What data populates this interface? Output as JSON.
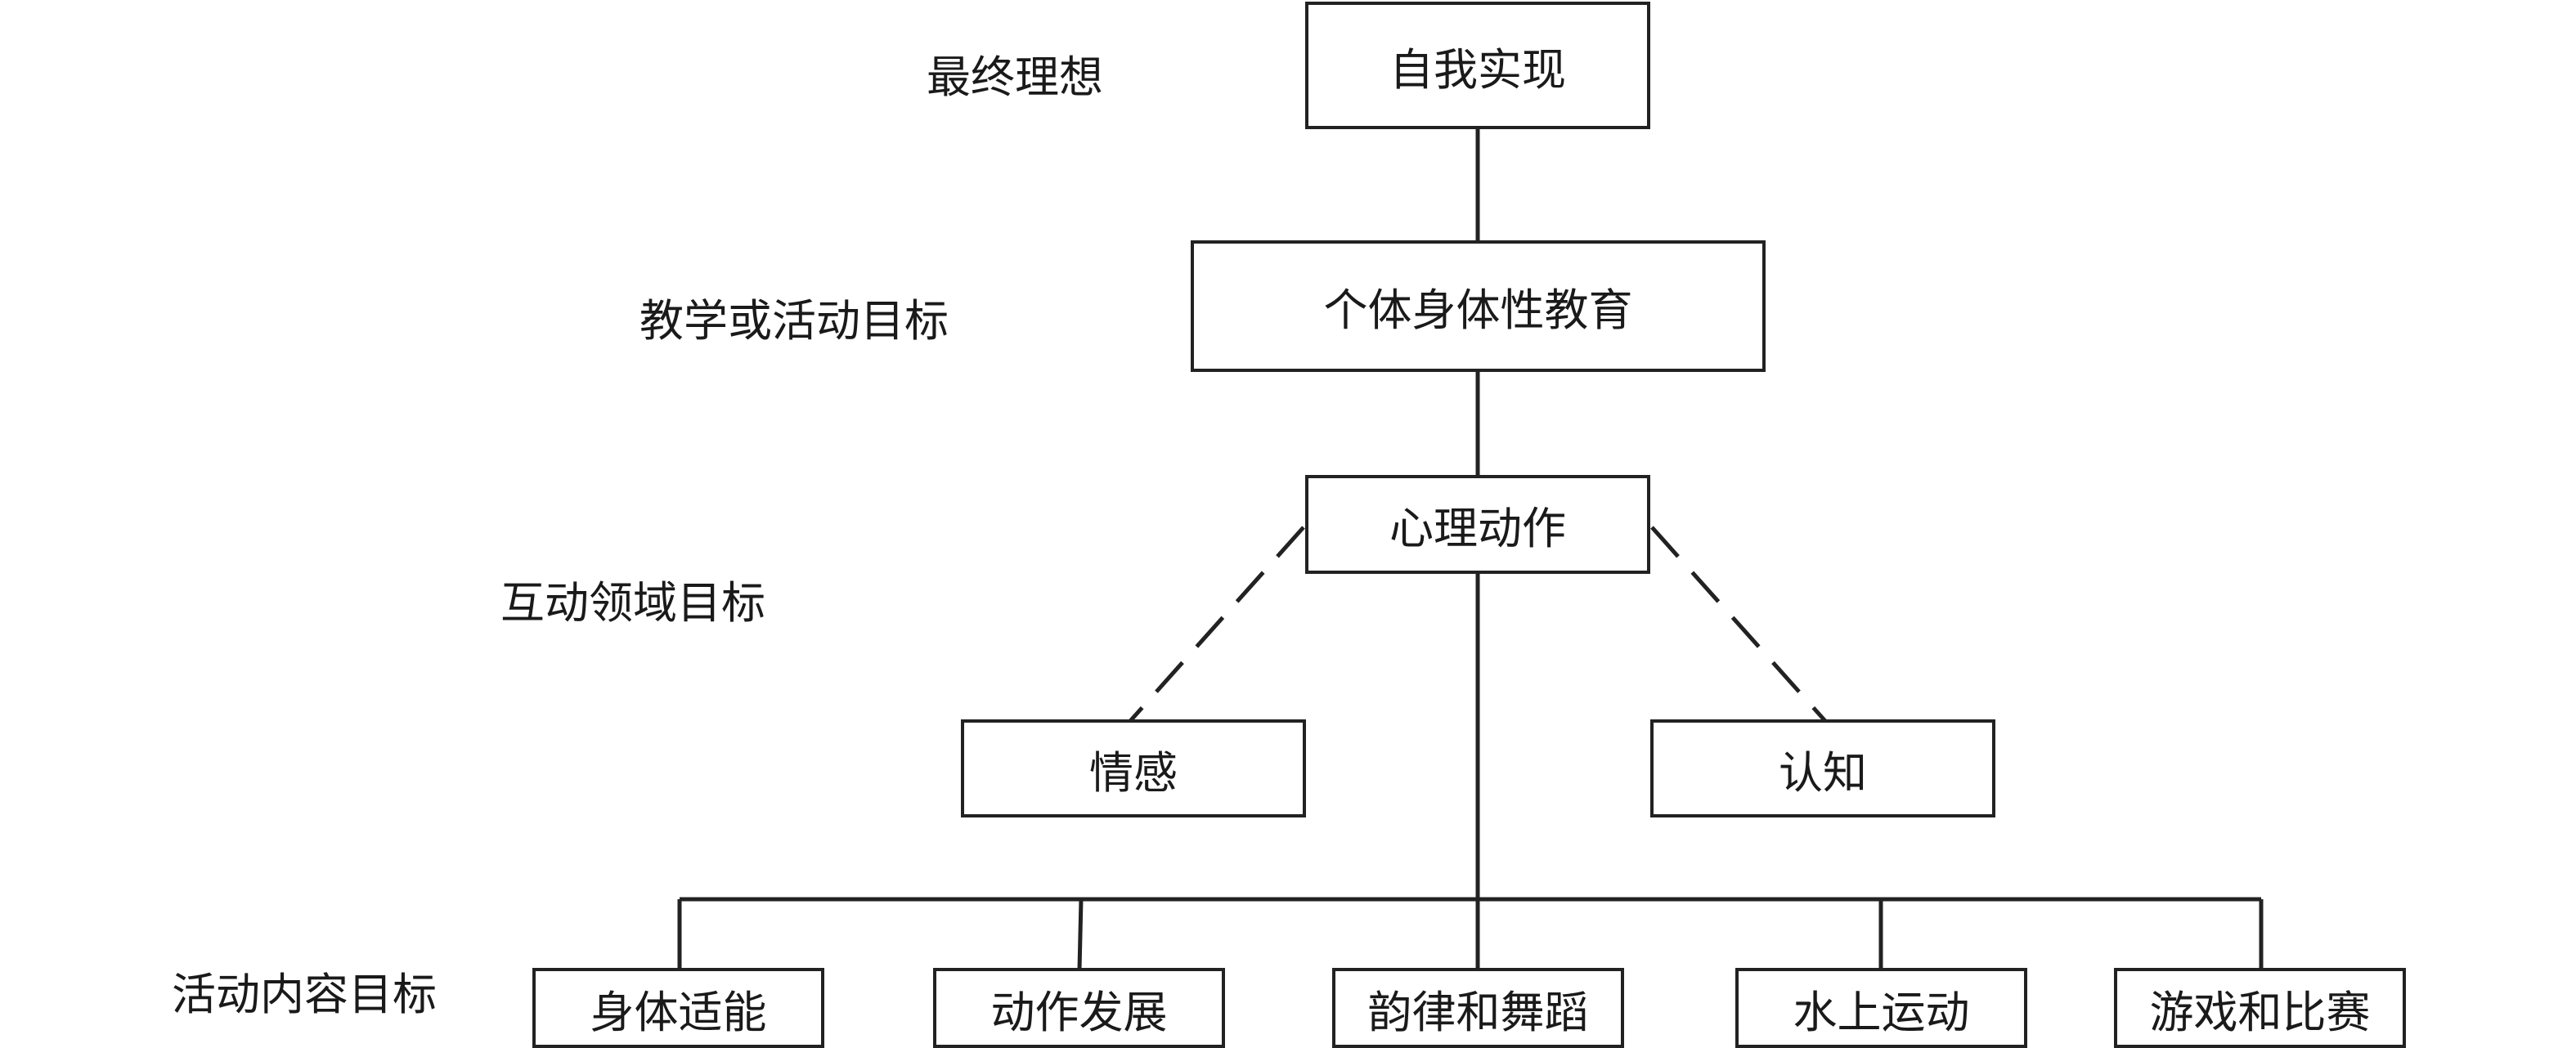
{
  "levels": [
    "最终理想",
    "教学或活动目标",
    "互动领域目标",
    "活动内容目标"
  ],
  "nodes": {
    "ideal": "自我实现",
    "goal": "个体身体性教育",
    "psychomotor": "心理动作",
    "affective": "情感",
    "cognitive": "认知"
  },
  "content": [
    "身体适能",
    "动作发展",
    "韵律和舞蹈",
    "水上运动",
    "游戏和比赛"
  ],
  "colors": {
    "stroke": "#222222",
    "text": "#1a1a1a",
    "background": "#ffffff"
  }
}
